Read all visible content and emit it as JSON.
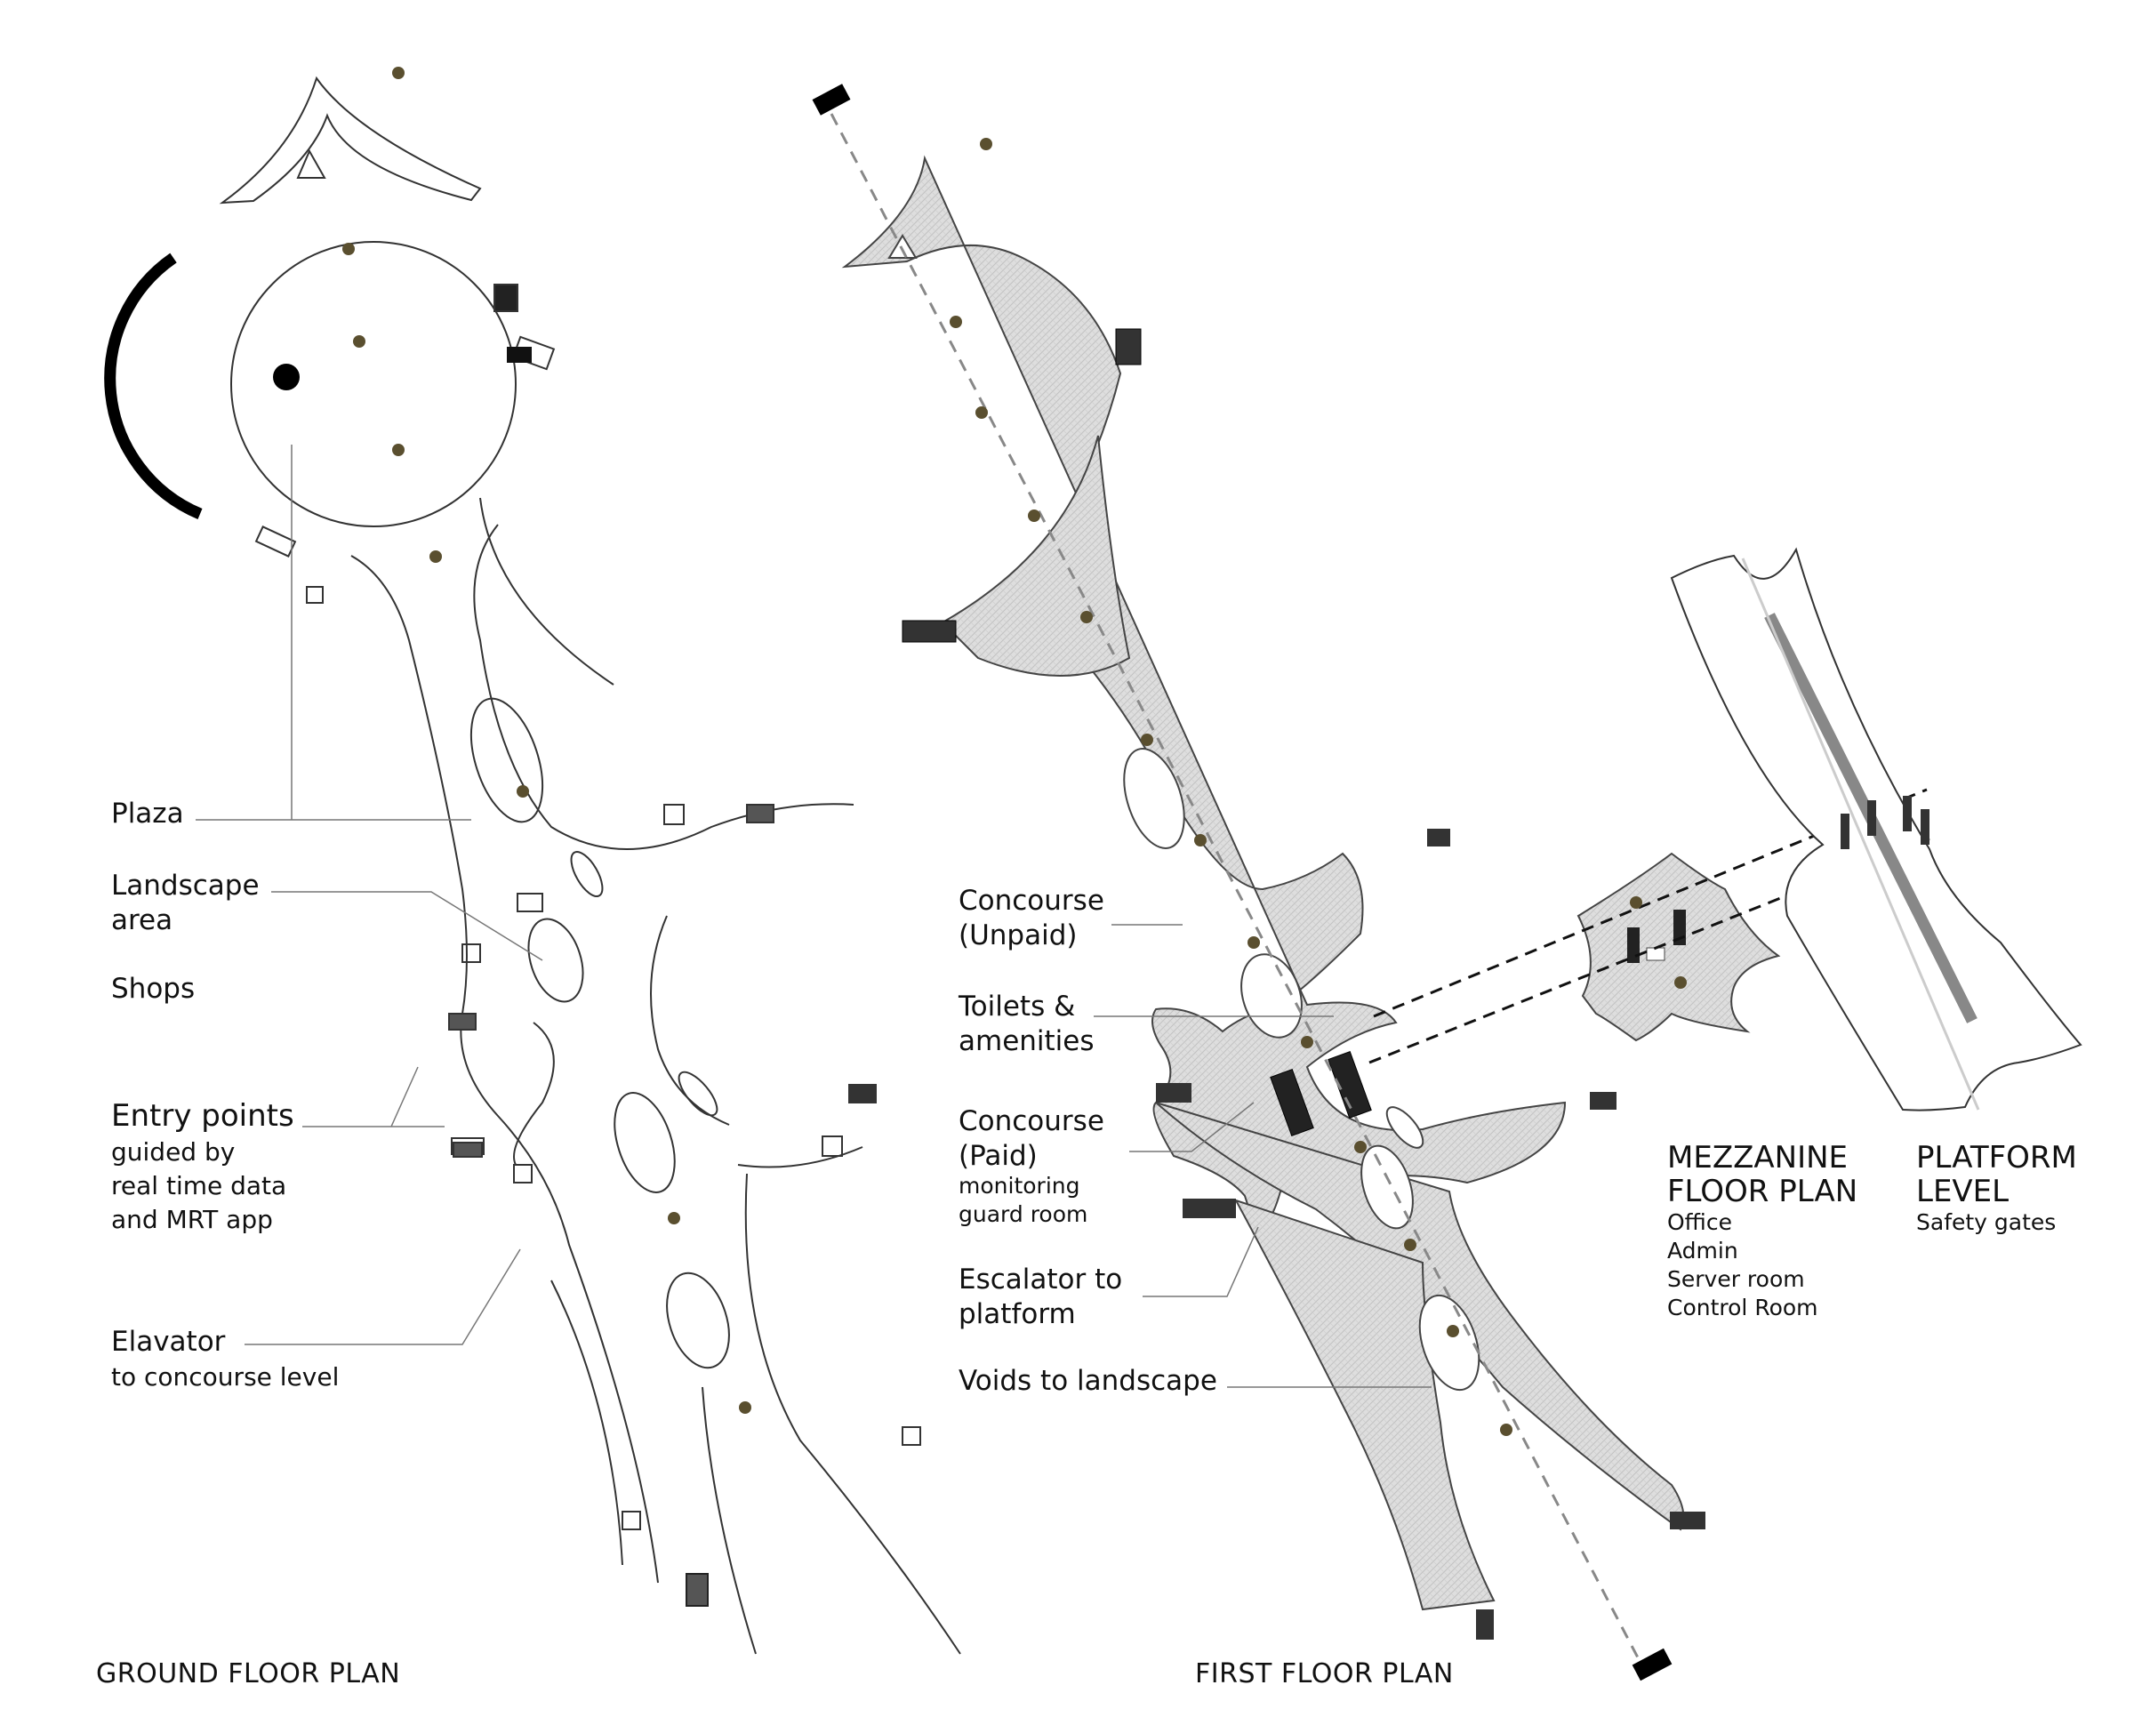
{
  "ground_floor": {
    "title": "GROUND FLOOR PLAN",
    "labels": {
      "plaza": "Plaza",
      "landscape_1": "Landscape",
      "landscape_2": "area",
      "shops": "Shops",
      "entry_title": "Entry points",
      "entry_d1": "guided by",
      "entry_d2": "real time data",
      "entry_d3": "and MRT app",
      "elevator_title": "Elavator",
      "elevator_desc": "to concourse level"
    }
  },
  "first_floor": {
    "title": "FIRST FLOOR PLAN",
    "labels": {
      "concourse_unpaid_1": "Concourse",
      "concourse_unpaid_2": "(Unpaid)",
      "toilets_1": "Toilets &",
      "toilets_2": "amenities",
      "concourse_paid_1": "Concourse",
      "concourse_paid_2": "(Paid)",
      "concourse_paid_d1": "monitoring",
      "concourse_paid_d2": "guard room",
      "escalator_1": "Escalator to",
      "escalator_2": "platform",
      "voids": "Voids to landscape"
    }
  },
  "mezzanine": {
    "title_1": "MEZZANINE",
    "title_2": "FLOOR PLAN",
    "items": [
      "Office",
      "Admin",
      "Server room",
      "Control Room"
    ]
  },
  "platform": {
    "title_1": "PLATFORM",
    "title_2": "LEVEL",
    "desc": "Safety gates"
  },
  "colors": {
    "concourse_fill": "#dcdcdc",
    "column_marker": "#5a4f2f",
    "line": "#333333"
  }
}
